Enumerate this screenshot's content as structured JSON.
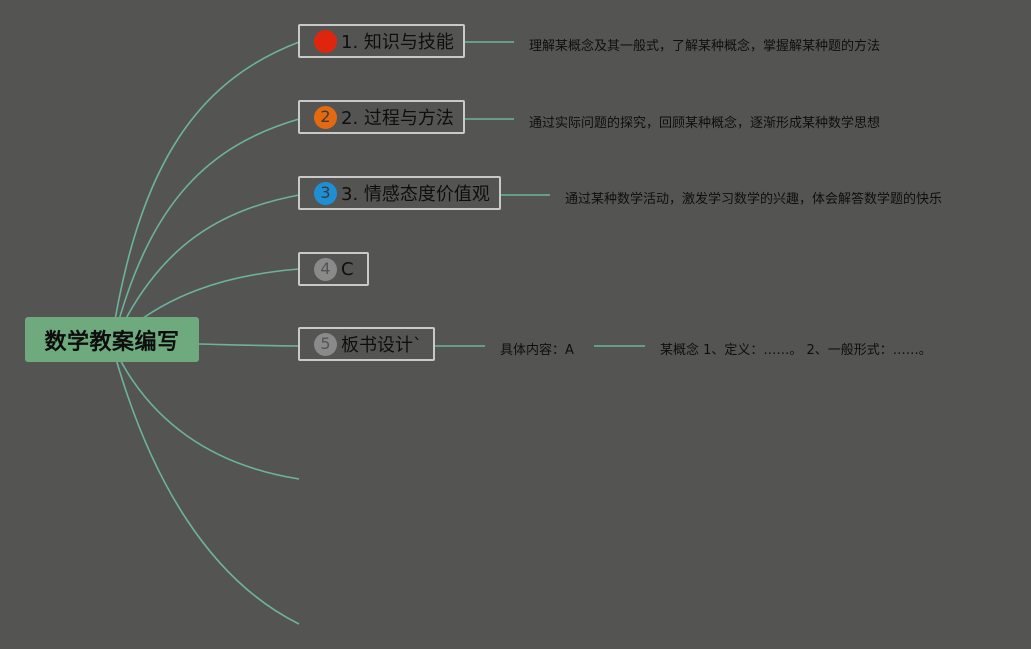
{
  "colors": {
    "background": "#545553",
    "root_fill": "#6eaa7d",
    "connector": "#6db39c",
    "topic_border": "#c9c9c9",
    "marker_1": "#e0250f",
    "marker_2": "#e36a10",
    "marker_3": "#1f8fd3",
    "marker_4": "#8a8a8a",
    "marker_5": "#8a8a8a"
  },
  "root": {
    "label": "数学教案编写"
  },
  "topics": [
    {
      "marker": "1",
      "marker_icon": "priority-1-icon",
      "label": "1. 知识与技能",
      "detail": "理解某概念及其一般式，了解某种概念，掌握解某种题的方法"
    },
    {
      "marker": "2",
      "marker_icon": "priority-2-icon",
      "label": "2. 过程与方法",
      "detail": "通过实际问题的探究，回顾某种概念，逐渐形成某种数学思想"
    },
    {
      "marker": "3",
      "marker_icon": "priority-3-icon",
      "label": "3. 情感态度价值观",
      "detail": "通过某种数学活动，激发学习数学的兴趣，体会解答数学题的快乐"
    },
    {
      "marker": "4",
      "marker_icon": "priority-4-icon",
      "label": "C"
    },
    {
      "marker": "5",
      "marker_icon": "priority-5-icon",
      "label": "板书设计`",
      "detail": "具体内容：A",
      "detail2": "某概念 1、定义：……。 2、一般形式：……。"
    }
  ]
}
